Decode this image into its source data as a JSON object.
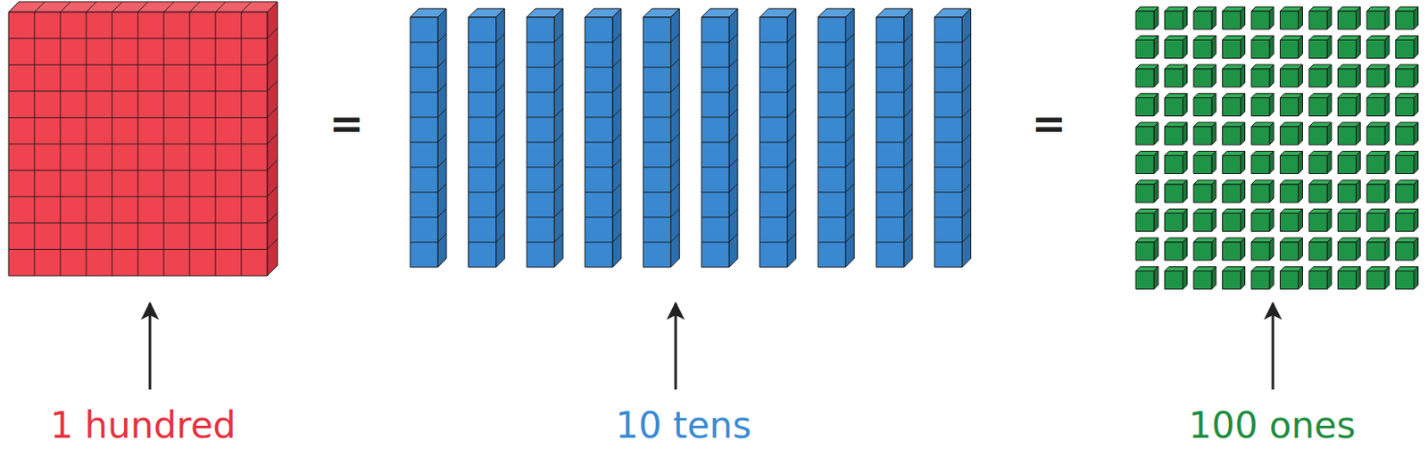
{
  "diagram": {
    "labels": [
      "=",
      "=",
      "1 hundred",
      "10 tens",
      "100 ones"
    ]
  }
}
